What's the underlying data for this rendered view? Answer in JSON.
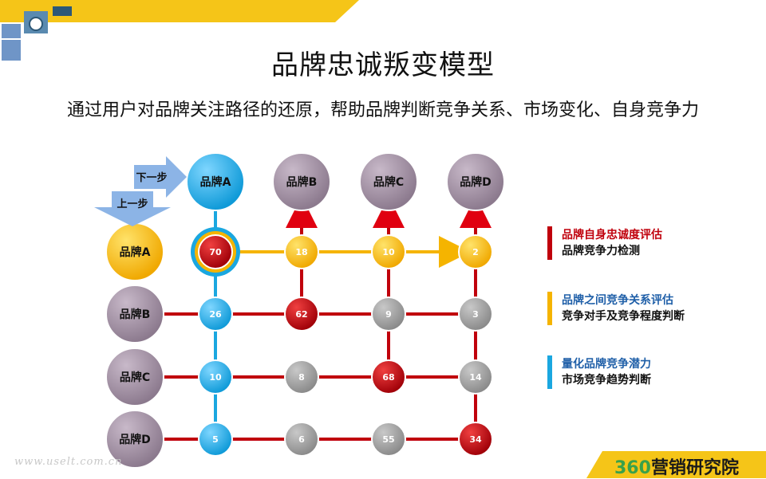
{
  "title": "品牌忠诚叛变模型",
  "subtitle": "通过用户对品牌关注路径的还原，帮助品牌判断竞争关系、市场变化、自身竞争力",
  "arrows": {
    "next": "下一步",
    "prev": "上一步"
  },
  "columns": [
    "品牌A",
    "品牌B",
    "品牌C",
    "品牌D"
  ],
  "rows": [
    "品牌A",
    "品牌B",
    "品牌C",
    "品牌D"
  ],
  "matrix": [
    [
      70,
      18,
      10,
      2
    ],
    [
      26,
      62,
      9,
      3
    ],
    [
      10,
      8,
      68,
      14
    ],
    [
      5,
      6,
      55,
      34
    ]
  ],
  "legend": [
    {
      "title": "品牌自身忠诚度评估",
      "sub": "品牌竞争力检测",
      "color": "#c0000c"
    },
    {
      "title": "品牌之间竞争关系评估",
      "sub": "竞争对手及竞争程度判断",
      "color": "#f5b400"
    },
    {
      "title": "量化品牌竞争潜力",
      "sub": "市场竞争趋势判断",
      "color": "#1aa7e0"
    }
  ],
  "colors": {
    "red": "#c0000c",
    "yellow": "#f5b400",
    "blue": "#1aa7e0",
    "gray": "#9a9a9a",
    "purple": "#9b8a9c",
    "legend_title_red": "#c0000c",
    "legend_title_blue": "#1f5fa8",
    "accent_band": "#f5c518"
  },
  "watermark": "www.uselt.com.cn",
  "logo": {
    "num": "360",
    "text": "营销研究院"
  }
}
